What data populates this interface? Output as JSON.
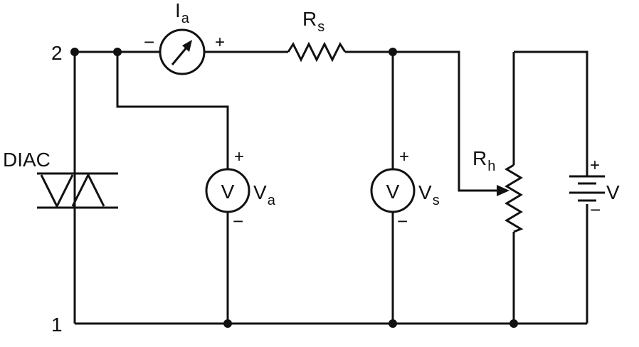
{
  "labels": {
    "node_2": "2",
    "node_1": "1",
    "diac": "DIAC",
    "ammeter_main": "I",
    "ammeter_sub": "a",
    "rs_main": "R",
    "rs_sub": "s",
    "rh_main": "R",
    "rh_sub": "h",
    "va_main": "V",
    "va_sub": "a",
    "vs_main": "V",
    "vs_sub": "s",
    "source": "V",
    "meter_symbol": "V",
    "plus": "+",
    "minus": "−"
  },
  "colors": {
    "line": "#111111",
    "background": "#ffffff"
  }
}
